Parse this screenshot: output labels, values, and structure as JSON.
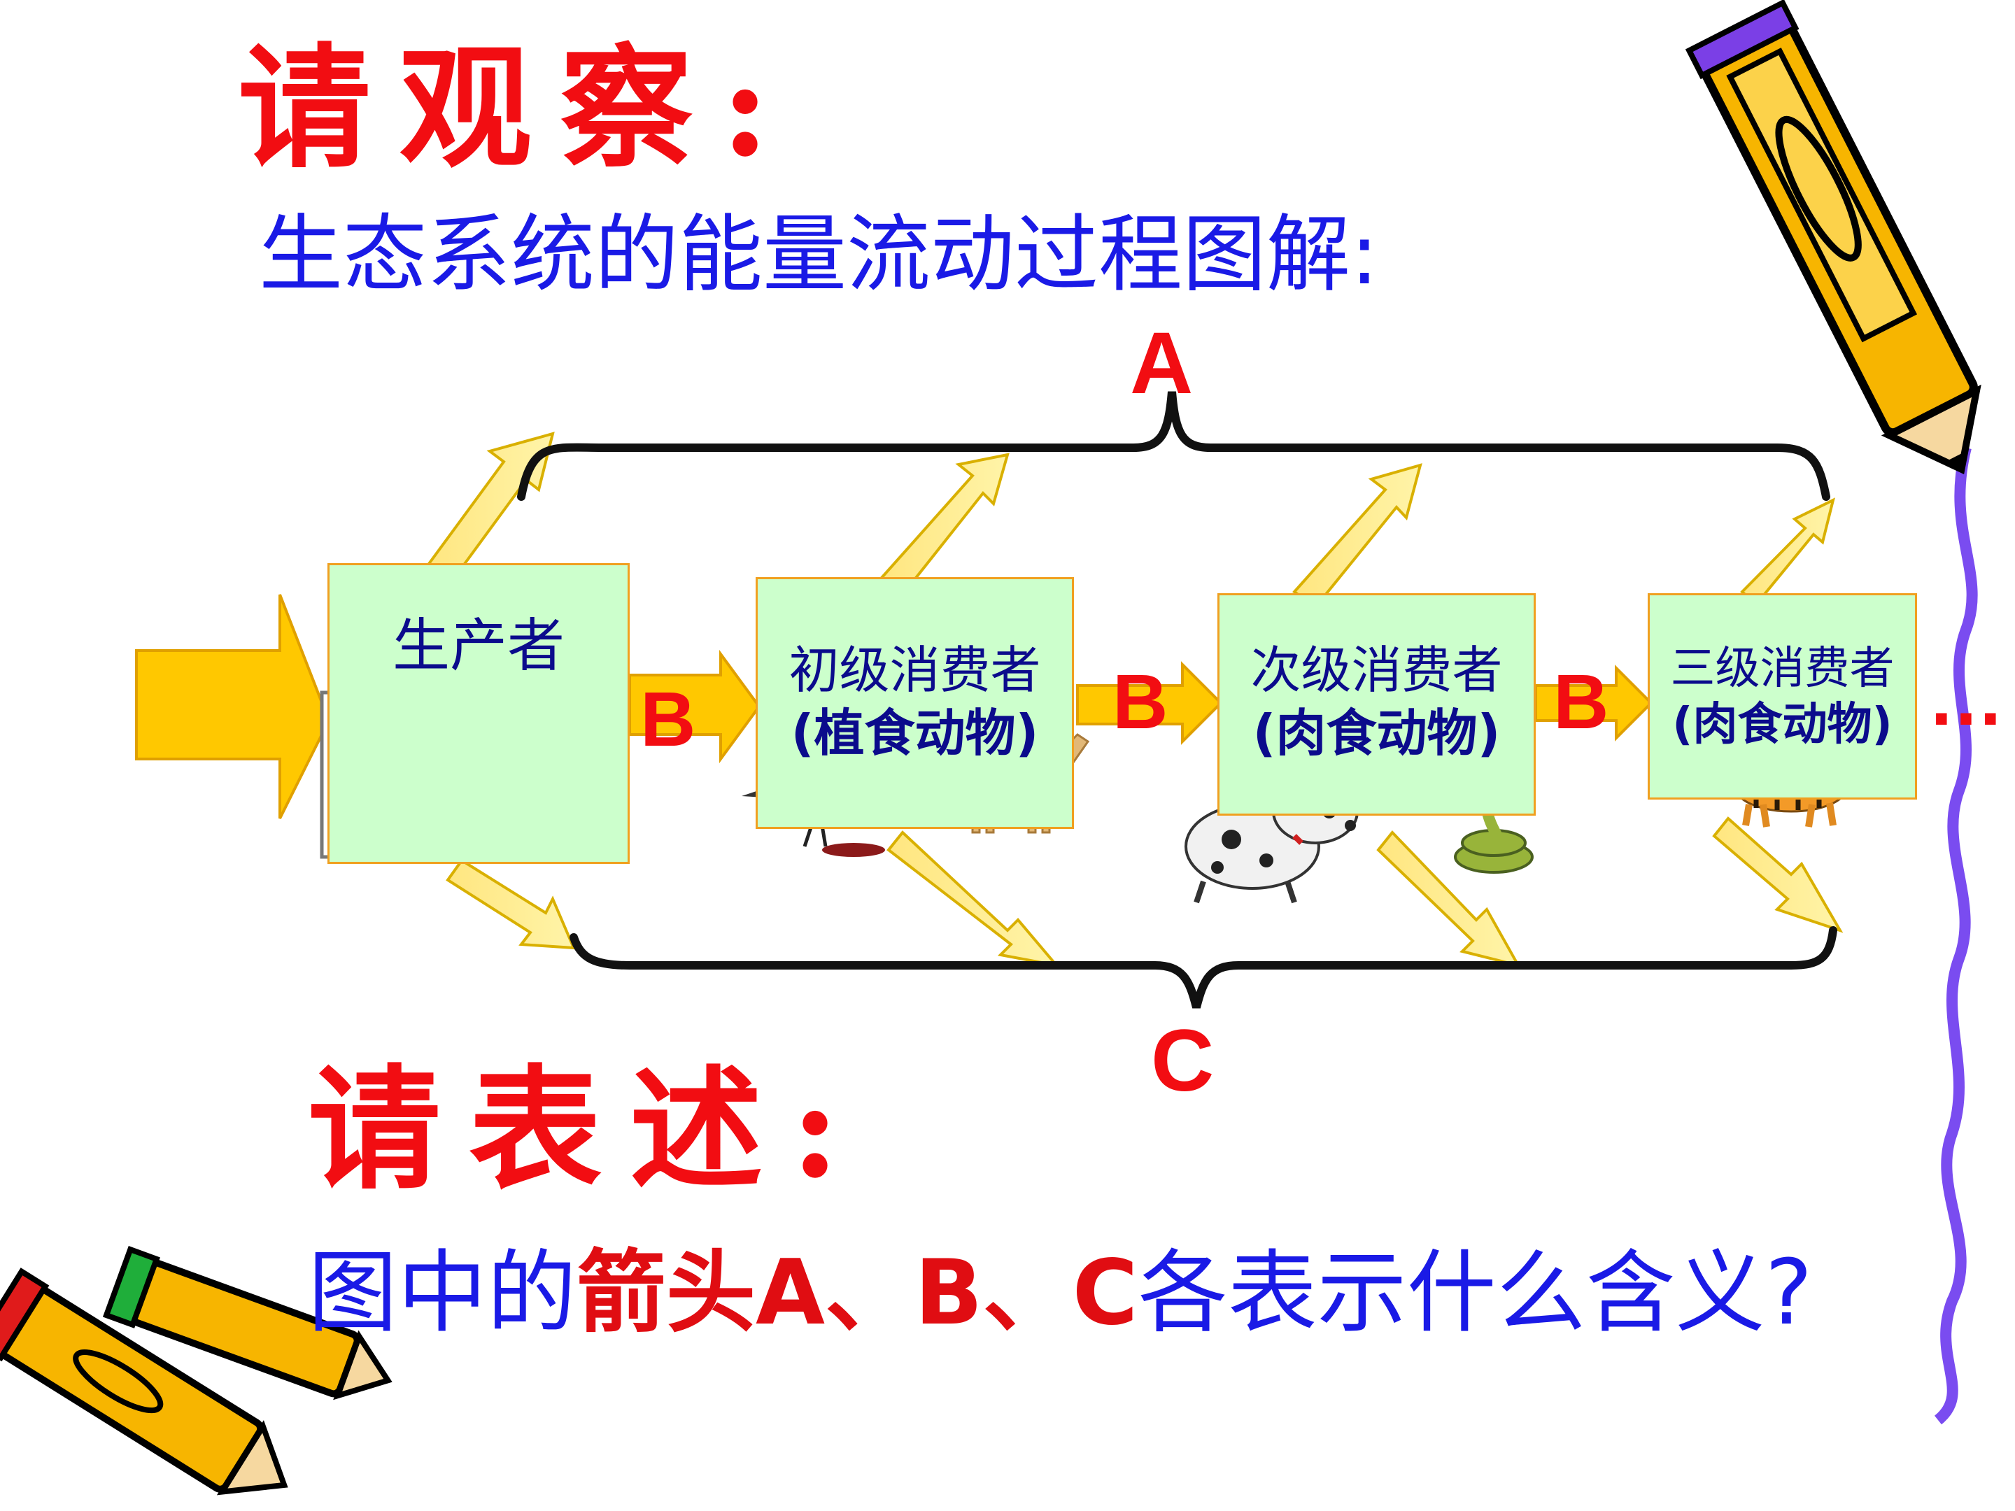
{
  "heading": {
    "observe": "请观察:",
    "describe": "请表述:"
  },
  "subtitle": "生态系统的能量流动过程图解:",
  "stages": [
    {
      "line1": "生产者",
      "line2": ""
    },
    {
      "line1": "初级消费者",
      "line2": "(植食动物)"
    },
    {
      "line1": "次级消费者",
      "line2": "(肉食动物)"
    },
    {
      "line1": "三级消费者",
      "line2": "(肉食动物)"
    }
  ],
  "labels": {
    "a": "A",
    "b": "B",
    "c": "C",
    "ellipsis": "…"
  },
  "question": {
    "part1": "图中的",
    "part2": "箭头A、B、C",
    "part3": "各表示什么含义?"
  },
  "colors": {
    "heading_red": "#f20d12",
    "subtitle_blue": "#1a1ae6",
    "box_fill": "#ccffcc",
    "box_border": "#f0a020",
    "flow_arrow": "#ffc800",
    "heat_arrow": "#fff27a",
    "wavy_line": "#7a4cf0"
  },
  "icons": [
    "plant-icon",
    "crow-icon",
    "horse-icon",
    "dog-icon",
    "snake-icon",
    "tiger-icon",
    "pencil-icon"
  ]
}
